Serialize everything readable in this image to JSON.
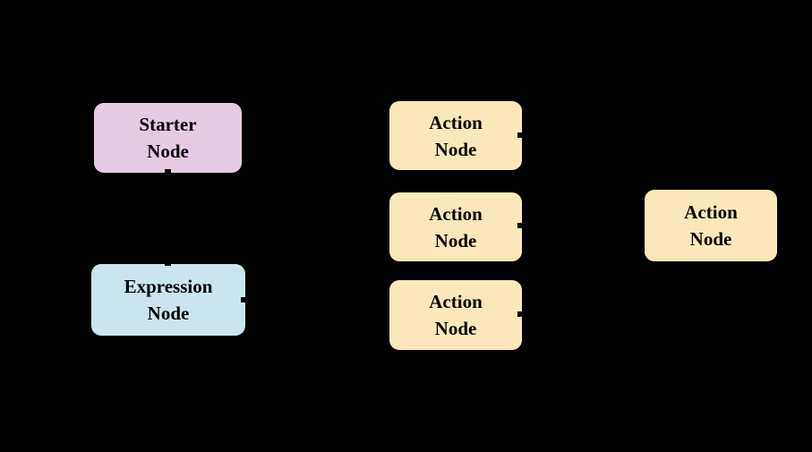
{
  "diagram": {
    "background": "#000000",
    "text_color": "#000000",
    "colors": {
      "starter_fill": "#e3cbe1",
      "expression_fill": "#cbe5ee",
      "action_fill": "#fbe8ba",
      "edge_color": "#000000"
    },
    "nodes": [
      {
        "id": "starter",
        "label": "Starter\nNode",
        "fill": "#e3cbe1"
      },
      {
        "id": "expression",
        "label": "Expression\nNode",
        "fill": "#cbe5ee"
      },
      {
        "id": "action-1",
        "label": "Action\nNode",
        "fill": "#fbe8ba"
      },
      {
        "id": "action-2",
        "label": "Action\nNode",
        "fill": "#fbe8ba"
      },
      {
        "id": "action-3",
        "label": "Action\nNode",
        "fill": "#fbe8ba"
      },
      {
        "id": "action-4",
        "label": "Action\nNode",
        "fill": "#fbe8ba"
      }
    ]
  }
}
